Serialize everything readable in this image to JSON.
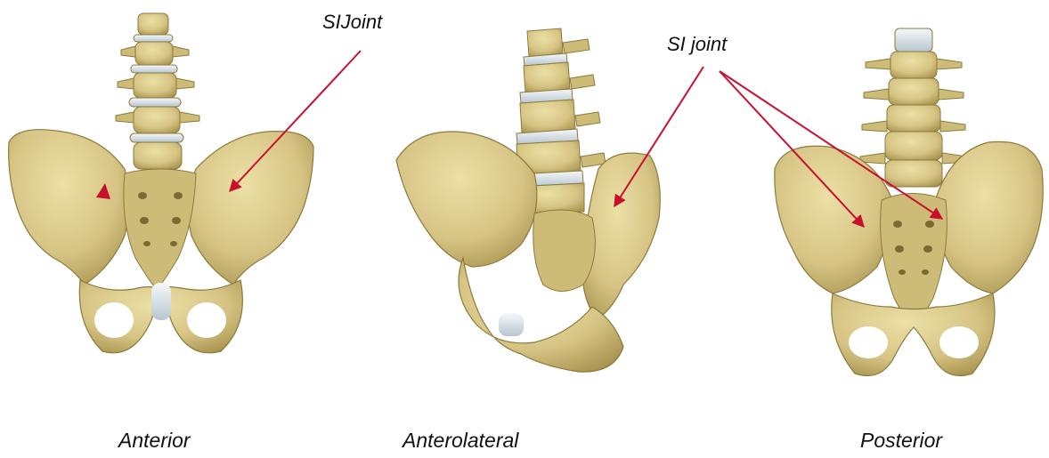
{
  "annotations": {
    "anterior_label": "SIJoint",
    "posterior_label": "SI joint"
  },
  "captions": {
    "anterior": "Anterior",
    "anterolateral": "Anterolateral",
    "posterior": "Posterior"
  },
  "colors": {
    "bone": "#d8c98c",
    "bone_shadow": "#a8934e",
    "bone_outline": "#8c7a3c",
    "disc": "#e6ecf0",
    "arrow": "#c8102e"
  },
  "views": [
    "anterior-pelvis",
    "anterolateral-pelvis",
    "posterior-pelvis"
  ]
}
